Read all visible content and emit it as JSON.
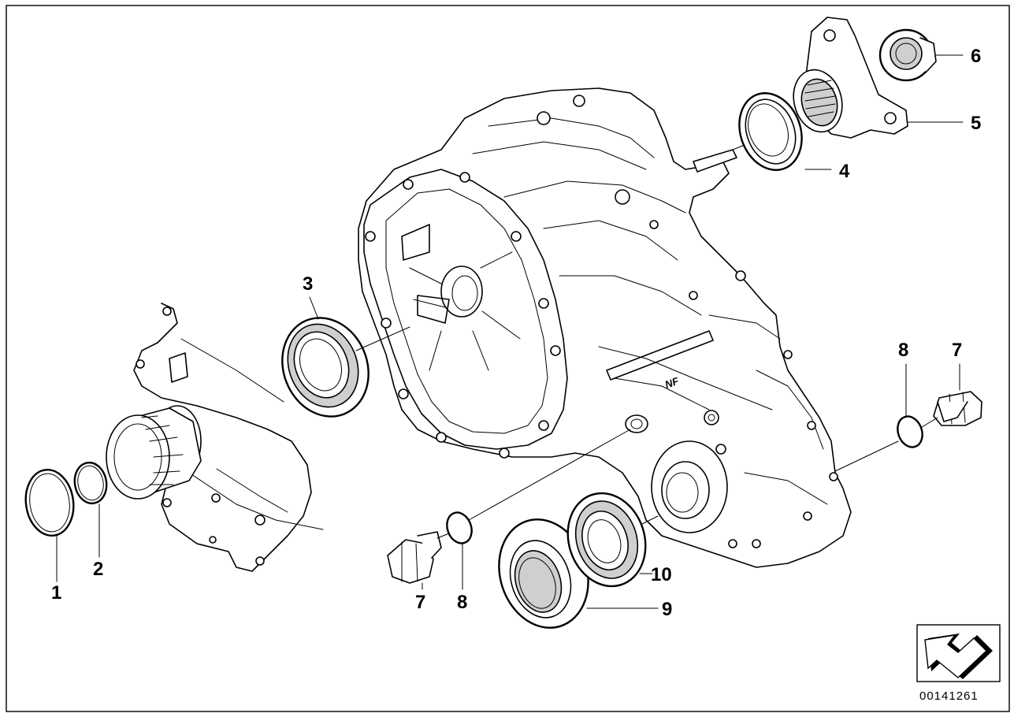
{
  "diagram": {
    "callouts": [
      {
        "id": "1",
        "text": "1"
      },
      {
        "id": "2",
        "text": "2"
      },
      {
        "id": "3",
        "text": "3"
      },
      {
        "id": "4",
        "text": "4"
      },
      {
        "id": "5",
        "text": "5"
      },
      {
        "id": "6",
        "text": "6"
      },
      {
        "id": "7a",
        "text": "7"
      },
      {
        "id": "8a",
        "text": "8"
      },
      {
        "id": "7b",
        "text": "7"
      },
      {
        "id": "8b",
        "text": "8"
      },
      {
        "id": "9",
        "text": "9"
      },
      {
        "id": "10",
        "text": "10"
      }
    ],
    "drawing_number": "00141261",
    "casting_mark": "NF",
    "icon": "direction-arrow-icon"
  }
}
